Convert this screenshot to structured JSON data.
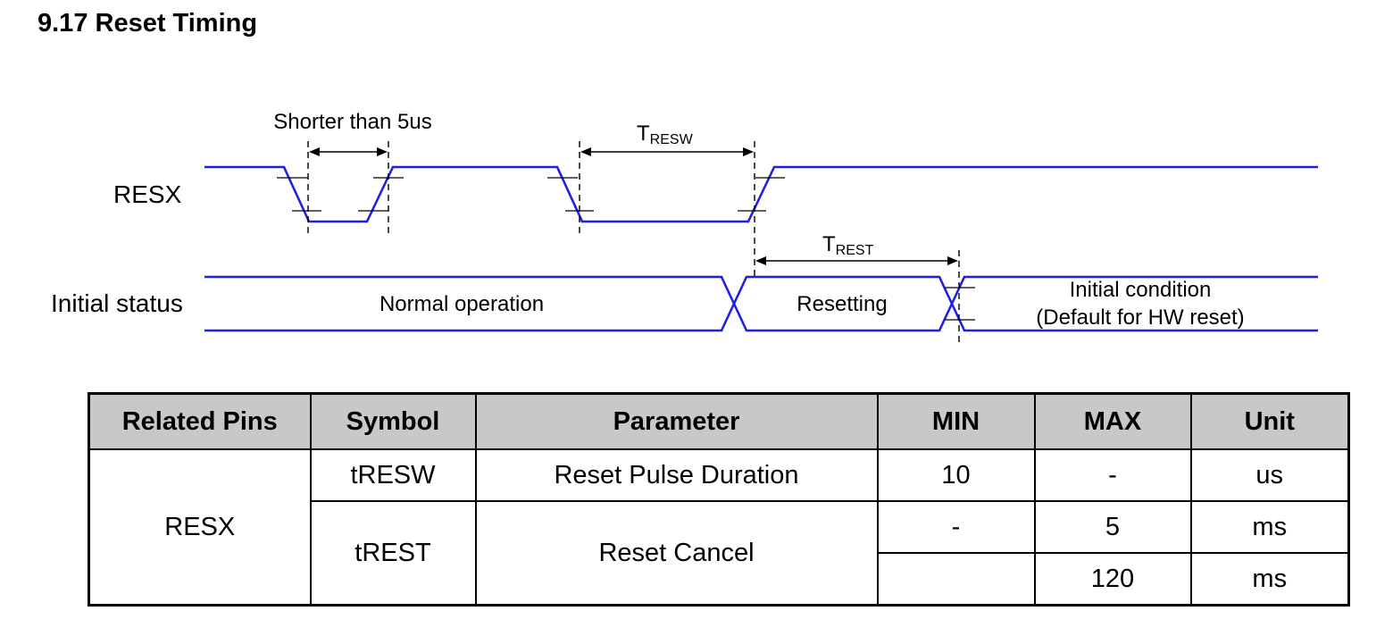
{
  "title": "9.17 Reset Timing",
  "diagram": {
    "signals": {
      "resx": "RESX",
      "initial_status": "Initial status"
    },
    "annotations": {
      "shorter_than": "Shorter than 5us",
      "tresw_main": "T",
      "tresw_sub": "RESW",
      "trest_main": "T",
      "trest_sub": "REST"
    },
    "states": {
      "normal": "Normal operation",
      "resetting": "Resetting",
      "initial_line1": "Initial condition",
      "initial_line2": "(Default for HW reset)"
    },
    "wave_color": "#1f1fe6"
  },
  "table": {
    "headers": [
      "Related Pins",
      "Symbol",
      "Parameter",
      "MIN",
      "MAX",
      "Unit"
    ],
    "pin": "RESX",
    "rows": [
      {
        "symbol": "tRESW",
        "parameter": "Reset Pulse Duration",
        "min": "10",
        "max": "-",
        "unit": "us"
      },
      {
        "symbol": "tREST",
        "parameter": "Reset Cancel",
        "min": "-",
        "max": "5",
        "unit": "ms"
      },
      {
        "min": "",
        "max": "120",
        "unit": "ms"
      }
    ],
    "header_bg": "#c8c8c8"
  }
}
